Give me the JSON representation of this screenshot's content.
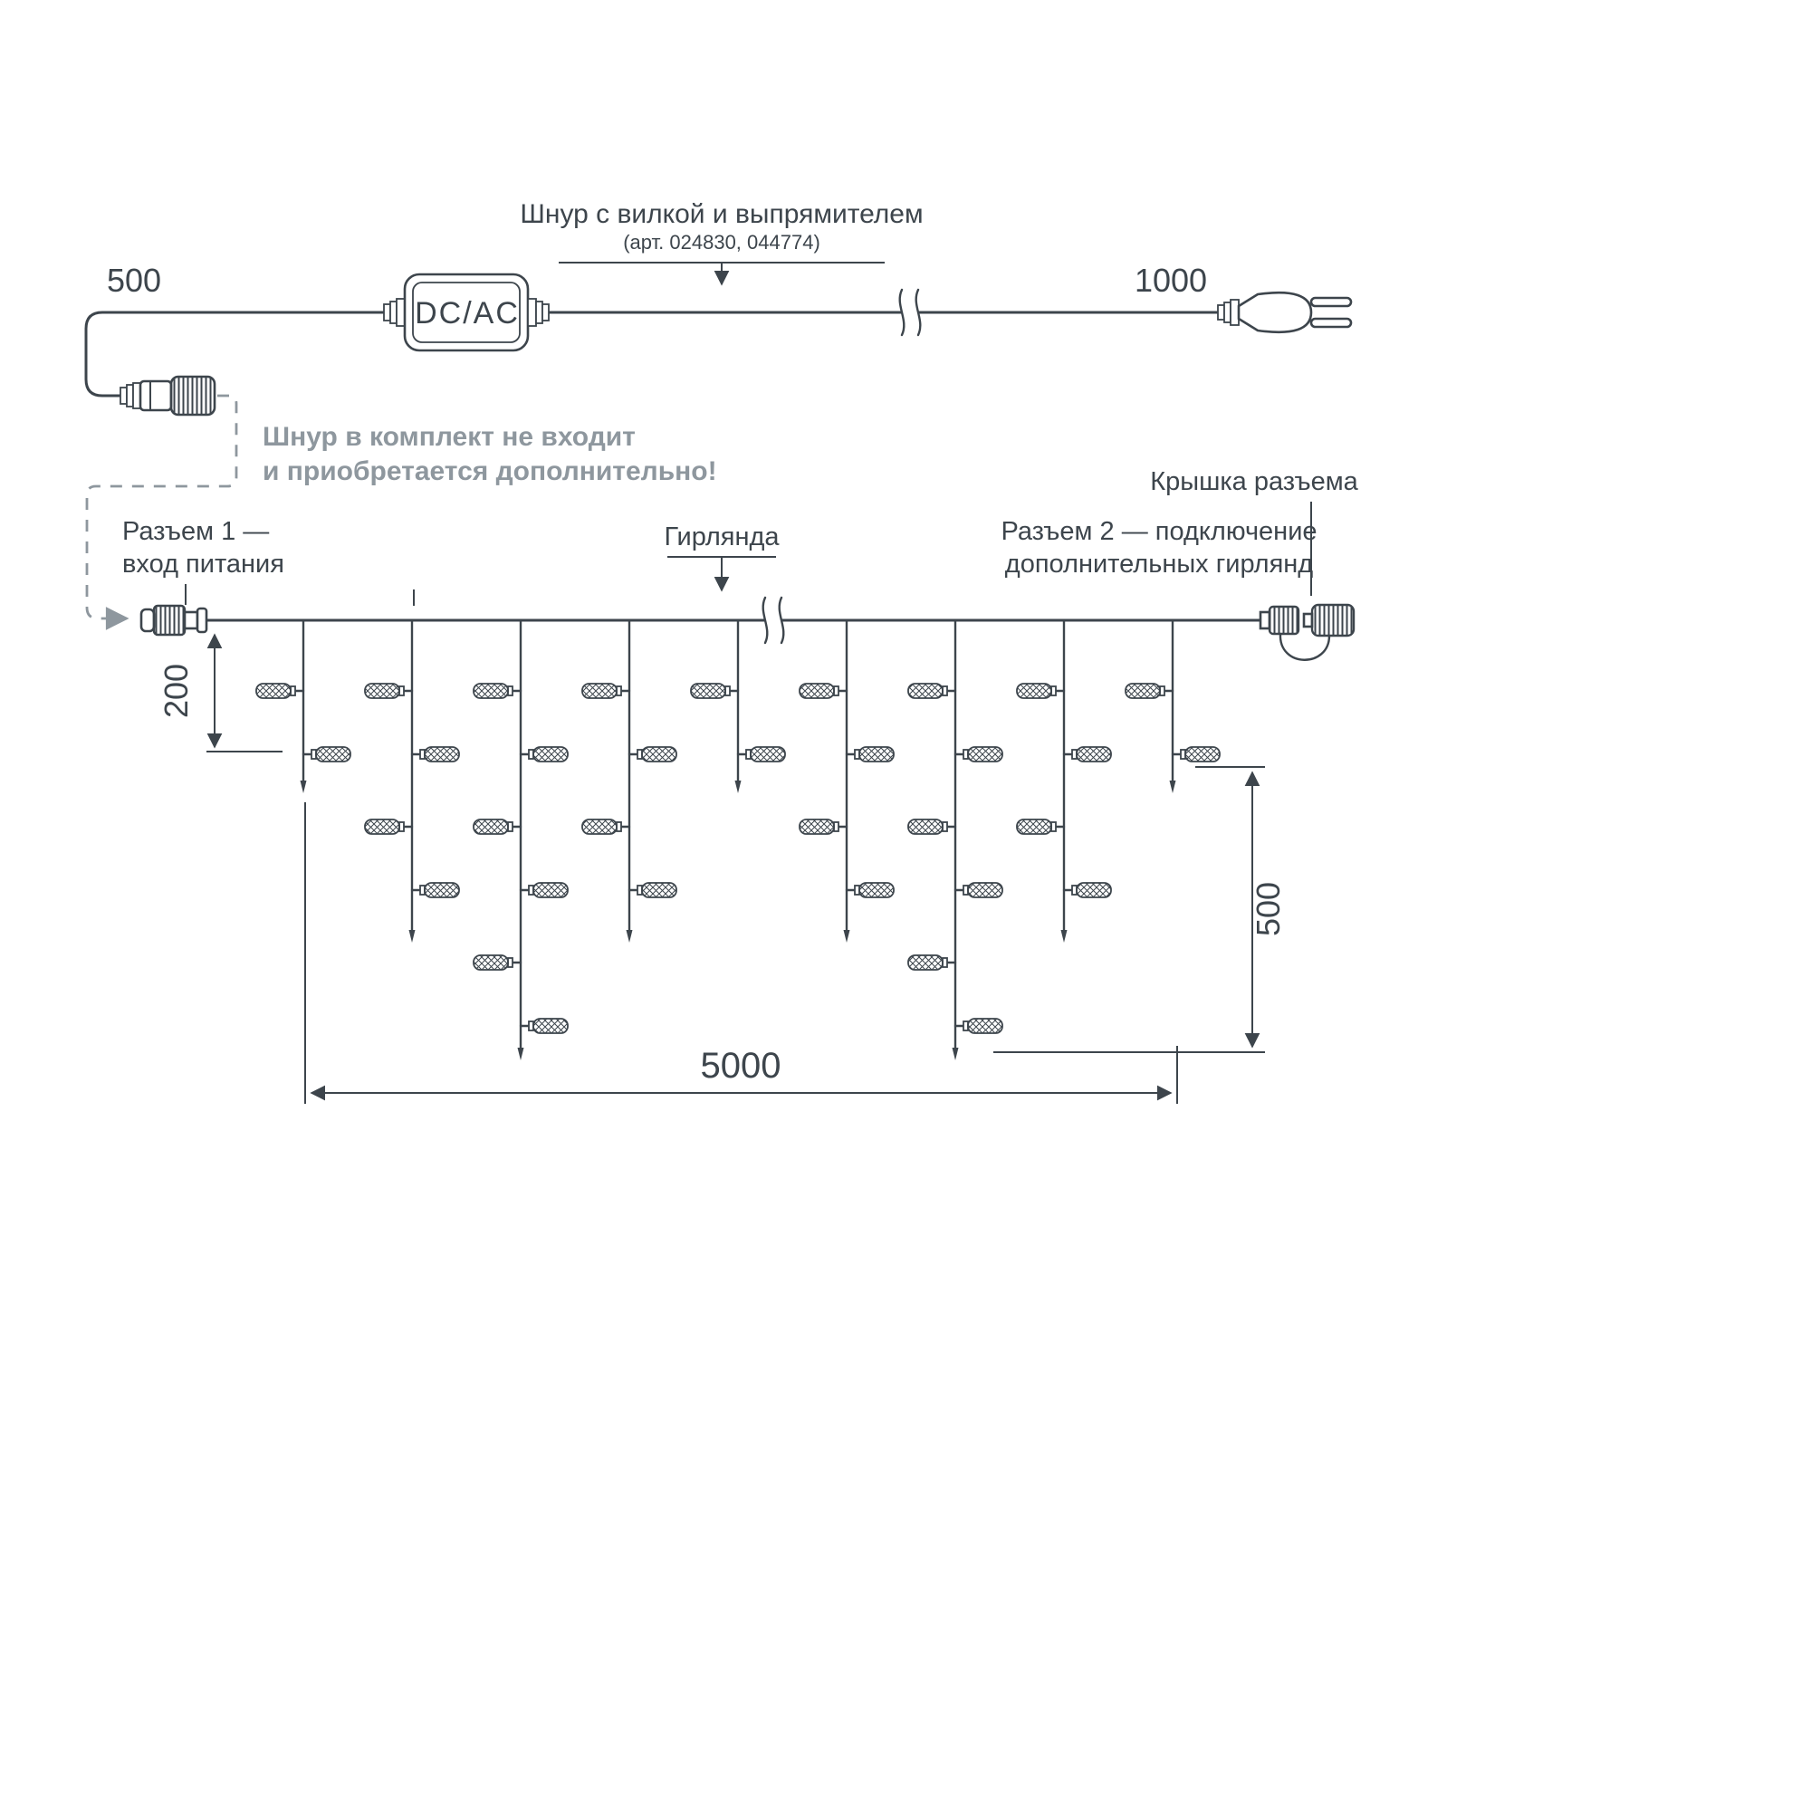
{
  "colors": {
    "line": "#3d454c",
    "text": "#3d454c",
    "note": "#8e979e",
    "dash": "#8e979e"
  },
  "power_cord": {
    "title": "Шнур с вилкой и выпрямителем",
    "subtitle": "(арт. 024830, 044774)",
    "left_length": "500",
    "right_length": "1000",
    "converter_label": "DC/AC",
    "note_line1": "Шнур в комплект не входит",
    "note_line2": "и приобретается дополнительно!"
  },
  "garland": {
    "connector1_label_line1": "Разъем 1 —",
    "connector1_label_line2": "вход питания",
    "garland_label": "Гирлянда",
    "connector2_label_line1": "Разъем 2 — подключение",
    "connector2_label_line2": "дополнительных гирлянд",
    "cap_label": "Крышка разъема"
  },
  "dimensions": {
    "min_drop": "200",
    "max_drop": "500",
    "total_length": "5000"
  }
}
